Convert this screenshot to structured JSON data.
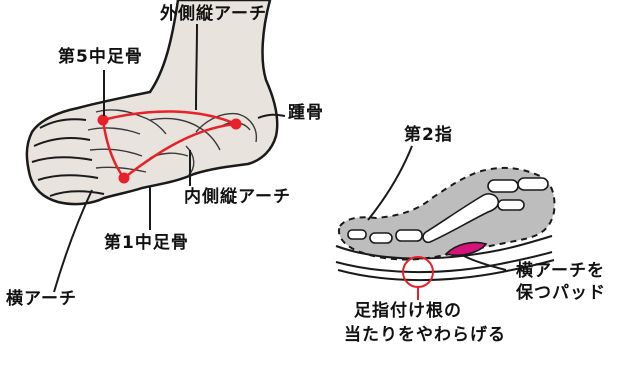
{
  "labels": {
    "lateral_arch": "外側縦アーチ",
    "fifth_metatarsal": "第5中足骨",
    "calcaneus": "踵骨",
    "second_toe": "第2指",
    "medial_arch": "内側縦アーチ",
    "first_metatarsal": "第1中足骨",
    "transverse_arch": "横アーチ",
    "pad_line1": "横アーチを",
    "pad_line2": "保つパッド",
    "relief_line1": "足指付け根の",
    "relief_line2": "当たりをやわらげる"
  },
  "colors": {
    "skin": "#e8e3dc",
    "outline": "#1a1a1a",
    "arch_lines": "#e8202a",
    "bone_gray": "#a9a9a9",
    "pad": "#d4147a"
  }
}
